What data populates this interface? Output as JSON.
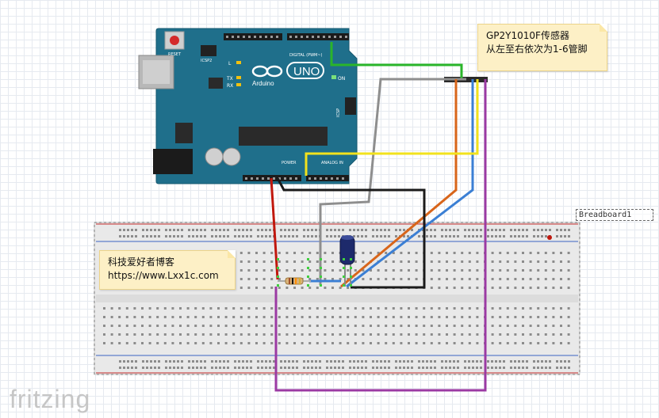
{
  "sensor_note": {
    "line1": "GP2Y1010F传感器",
    "line2": "从左至右依次为1-6管脚"
  },
  "blog_note": {
    "line1": "科技爱好者博客",
    "line2": "https://www.Lxx1c.com"
  },
  "breadboard": {
    "label": "Breadboard1"
  },
  "watermark": "fritzing",
  "arduino": {
    "board_name": "UNO",
    "brand": "Arduino",
    "reset_label": "RESET",
    "icsp2_label": "ICSP2",
    "icsp_label": "ICSP",
    "digital_label": "DIGITAL (PWM~)",
    "analog_label": "ANALOG IN",
    "power_label": "POWER",
    "on_label": "ON",
    "l_label": "L",
    "tx_label": "TX",
    "rx_label": "RX"
  },
  "colors": {
    "board": "#1f6f8b",
    "wire_red": "#c0170d",
    "wire_black": "#1a1a1a",
    "wire_gray": "#8e8e8e",
    "wire_orange": "#d8651a",
    "wire_blue": "#3b7fd4",
    "wire_green": "#2ab52a",
    "wire_yellow": "#f2e21c",
    "wire_purple": "#9b3aa3",
    "note_bg": "#fdf0c6"
  }
}
